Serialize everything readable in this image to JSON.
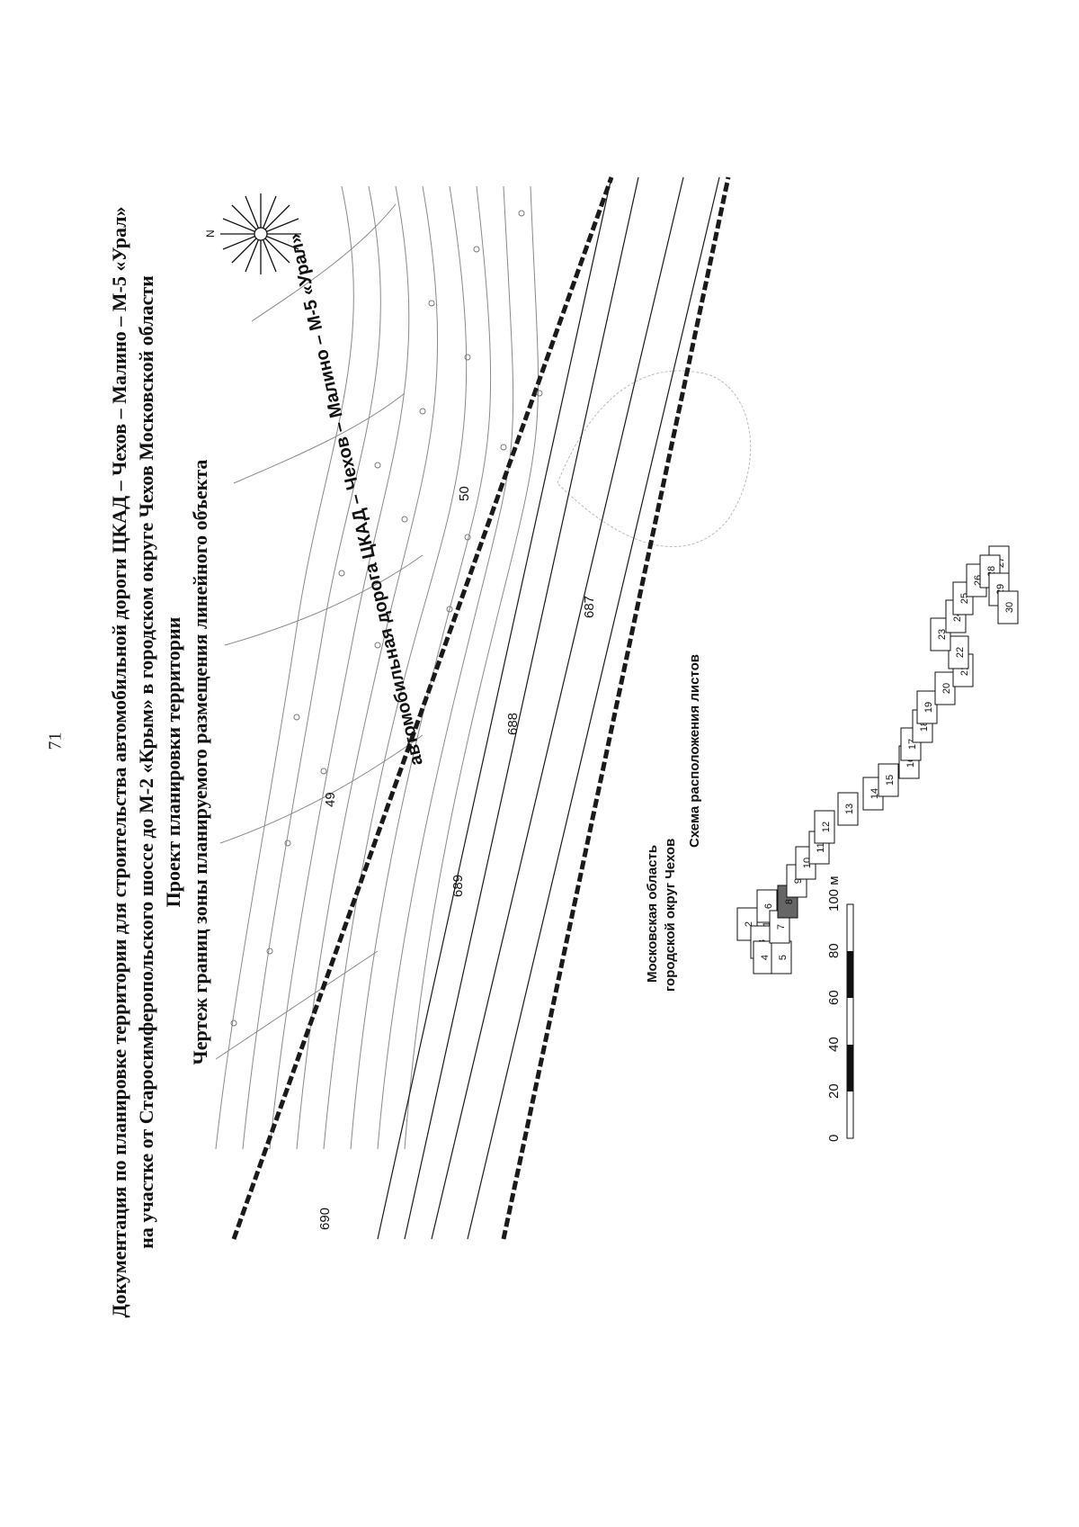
{
  "page_number": "71",
  "title": {
    "line1": "Документация по планировке территории для строительства автомобильной дороги ЦКАД – Чехов – Малино – М-5 «Урал»",
    "line2": "на участке от Старосимферопольского шоссе до М-2 «Крым» в городском округе Чехов Московской области",
    "line3": "Проект планировки территории",
    "line4": "Чертеж границ зоны планируемого размещения линейного объекта"
  },
  "map": {
    "road_label": "автомобильная дорога ЦКАД – Чехов – Малино – М-5 «Урал»",
    "km_markers": [
      "49",
      "50"
    ],
    "picket_markers": [
      "690",
      "689",
      "688",
      "687"
    ],
    "region_label_line1": "Московская область",
    "region_label_line2": "городской округ Чехов",
    "north_label": "N",
    "sheet_scheme_title": "Схема расположения листов",
    "sheet_numbers": [
      "1",
      "2",
      "3",
      "4",
      "5",
      "6",
      "7",
      "8",
      "9",
      "10",
      "11",
      "12",
      "13",
      "14",
      "15",
      "16",
      "17",
      "18",
      "19",
      "20",
      "21",
      "22",
      "23",
      "24",
      "25",
      "26",
      "27",
      "28",
      "29",
      "30"
    ],
    "current_sheet": "8",
    "scale_bar": {
      "labels": [
        "0",
        "20",
        "40",
        "60",
        "80",
        "100 м"
      ]
    }
  },
  "colors": {
    "ink": "#111111",
    "boundary": "#1a1a1a",
    "contour": "#8a8a8a"
  }
}
